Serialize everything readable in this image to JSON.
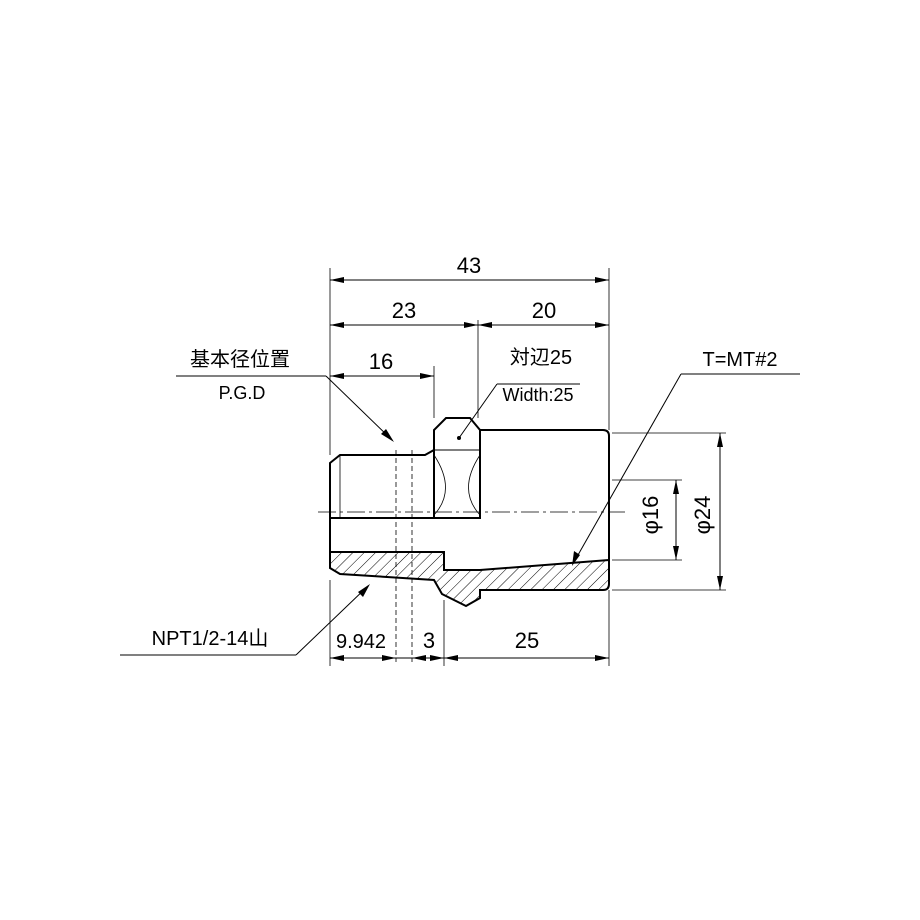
{
  "dimensions": {
    "overall_length": "43",
    "left_length": "23",
    "right_length": "20",
    "pgd_length": "16",
    "thread_length": "9.942",
    "gap_length": "3",
    "bore_depth": "25",
    "inner_diameter": "φ16",
    "outer_diameter": "φ24"
  },
  "annotations": {
    "pgd_label_jp": "基本径位置",
    "pgd_label_en": "P.G.D",
    "hex_label_jp": "対辺25",
    "hex_label_en": "Width:25",
    "taper_label": "T=MT#2",
    "thread_label": "NPT1/2-14山"
  }
}
